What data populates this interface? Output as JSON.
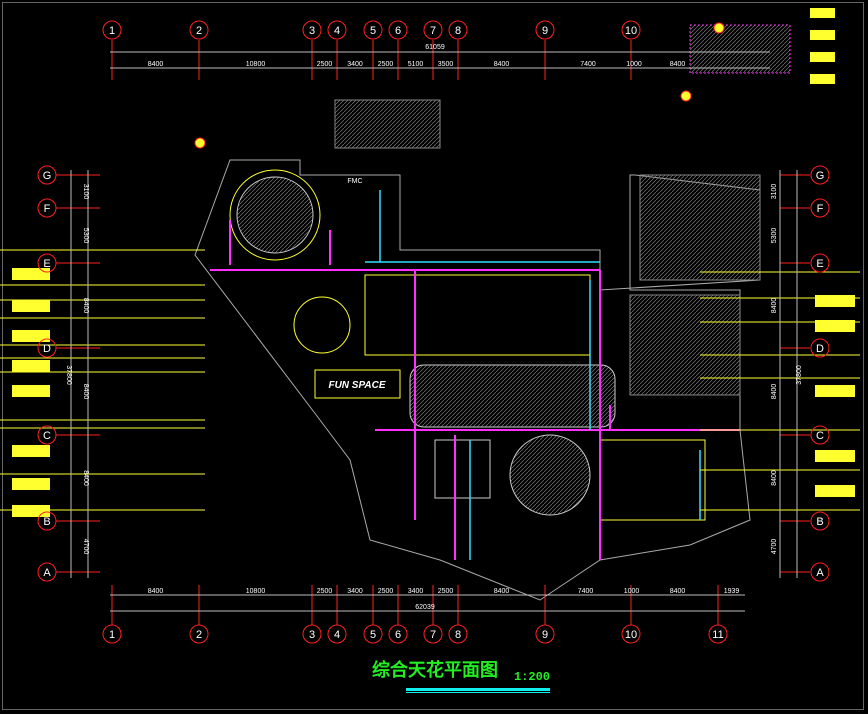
{
  "drawing": {
    "title": "综合天花平面图",
    "scale": "1:200"
  },
  "columns": {
    "labels": [
      "1",
      "2",
      "3",
      "4",
      "5",
      "6",
      "7",
      "8",
      "9",
      "10",
      "11"
    ],
    "top_dims": [
      "8400",
      "10800",
      "2500",
      "3400",
      "2500",
      "5100",
      "3500",
      "8400",
      "7400",
      "1000",
      "8400"
    ],
    "top_total": "61059",
    "bottom_dims": [
      "8400",
      "10800",
      "2500",
      "3400",
      "2500",
      "3400",
      "2500",
      "8400",
      "7400",
      "1000",
      "8400",
      "1939"
    ],
    "bottom_total": "62039"
  },
  "rows": {
    "labels": [
      "G",
      "F",
      "E",
      "D",
      "C",
      "B",
      "A"
    ],
    "dims": [
      "3100",
      "5300",
      "8400",
      "8400",
      "8400",
      "4700"
    ],
    "total": "37800"
  },
  "plan": {
    "room_label": "FUN SPACE",
    "room_tag": "FMC"
  },
  "colors": {
    "axis": "#ff2020",
    "dim": "#bbbbbb",
    "magenta": "#ff30ff",
    "cyan": "#30e0ff",
    "yellow": "#ffff30",
    "title": "#22ee22"
  }
}
